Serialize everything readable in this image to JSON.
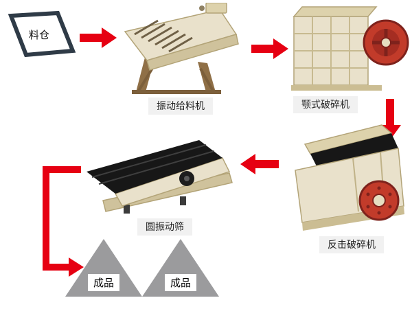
{
  "diagram": {
    "nodes": {
      "hopper": {
        "label": "料仓"
      },
      "feeder": {
        "label": "振动给料机"
      },
      "jaw_crusher": {
        "label": "颚式破碎机"
      },
      "impact_crusher": {
        "label": "反击破碎机"
      },
      "screen": {
        "label": "圆振动筛"
      },
      "product_left": {
        "label": "成品"
      },
      "product_right": {
        "label": "成品"
      }
    },
    "colors": {
      "arrow_red": "#e60012",
      "machine_beige": "#e9e1cb",
      "machine_edge": "#b3a478",
      "flywheel_red": "#c23b2a",
      "screen_black": "#171717",
      "triangle_gray": "#9b9b9d",
      "label_bg": "#f1f1f1",
      "outline_dark": "#2f3b47"
    }
  }
}
